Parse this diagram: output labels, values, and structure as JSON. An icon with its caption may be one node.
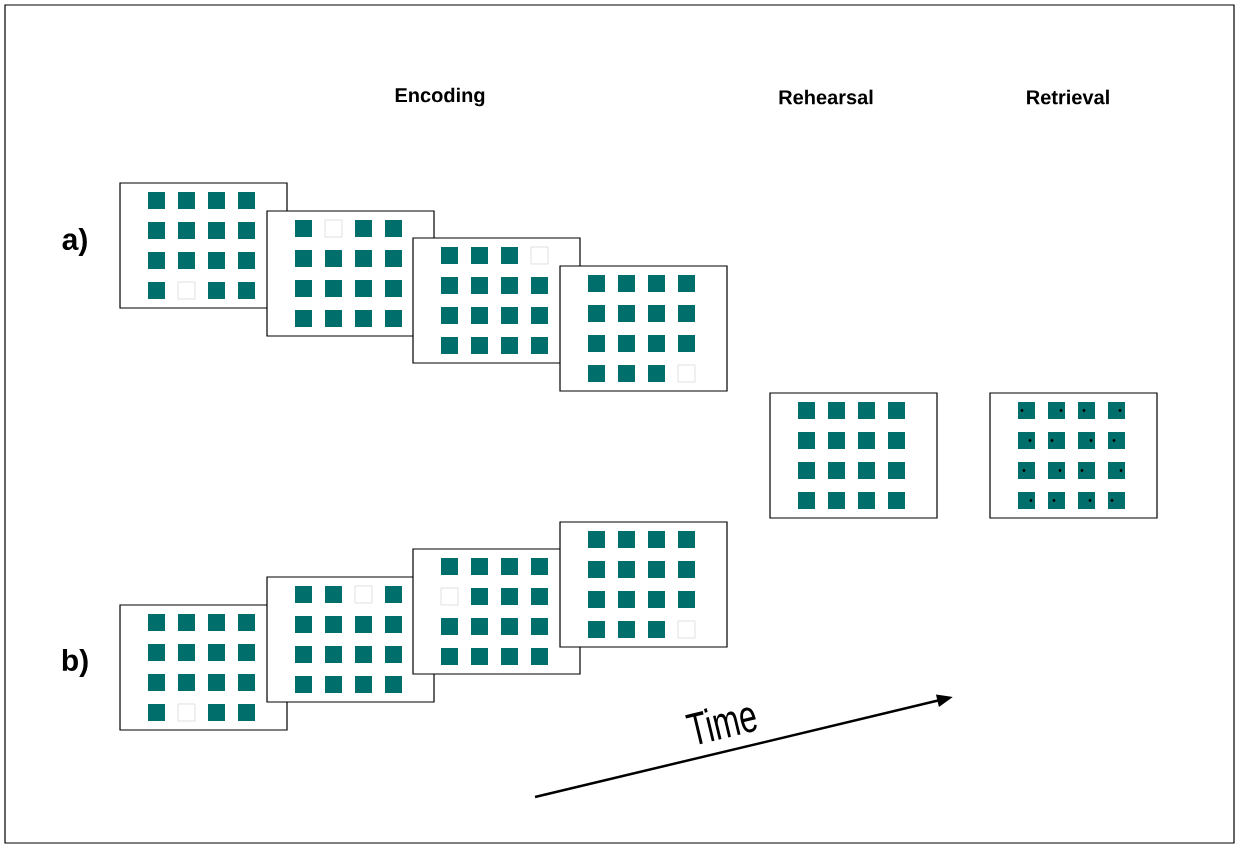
{
  "diagram": {
    "nodes": [
      {
        "text": [],
        "shape": "box"
      },
      {
        "text": [],
        "shape": "box"
      },
      {
        "text": [],
        "shape": "box"
      },
      {
        "text": [],
        "shape": "box"
      },
      {
        "text": [],
        "shape": "box"
      },
      {
        "text": [],
        "shape": "box"
      },
      {
        "text": [],
        "shape": "box"
      },
      {
        "text": [],
        "shape": "box"
      },
      {
        "text": [],
        "shape": "box"
      },
      {
        "text": [],
        "shape": "box"
      }
    ],
    "labels": [
      "Encoding",
      "Rehearsal",
      "Retrieval",
      "a)",
      "b)",
      "Time"
    ]
  }
}
